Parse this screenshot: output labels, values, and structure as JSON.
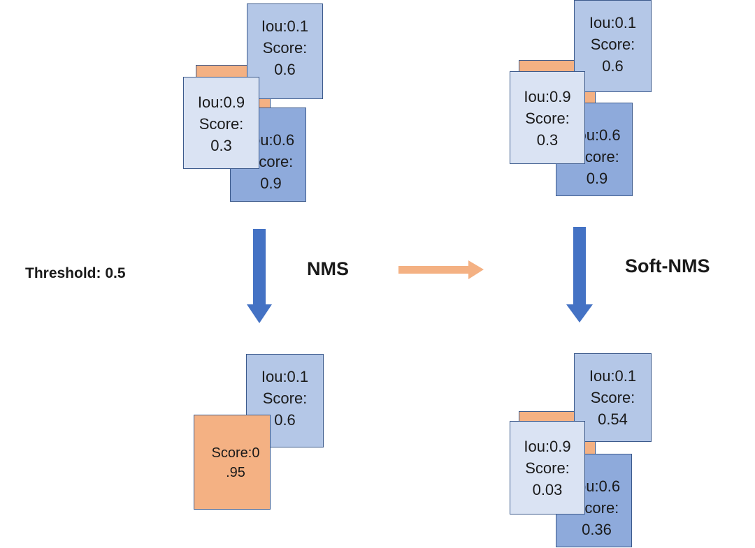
{
  "labels": {
    "threshold": "Threshold: 0.5",
    "nms": "NMS",
    "soft_nms": "Soft-NMS"
  },
  "colors": {
    "box_dark": "#8eaadb",
    "box_mid": "#b4c7e7",
    "box_light": "#dae3f3",
    "box_orange": "#f4b183",
    "arrow_down": "#4472c4",
    "arrow_right": "#f4b183"
  },
  "top_left": {
    "box_a": [
      "Iou:0.1",
      "Score:",
      "0.6"
    ],
    "box_b": [
      "Iou:0.9",
      "Score:",
      "0.3"
    ],
    "box_c": [
      "Iou:0.6",
      "Score:",
      "0.9"
    ]
  },
  "top_right": {
    "box_a": [
      "Iou:0.1",
      "Score:",
      "0.6"
    ],
    "box_b": [
      "Iou:0.9",
      "Score:",
      "0.3"
    ],
    "box_c": [
      "Iou:0.6",
      "Score:",
      "0.9"
    ]
  },
  "bottom_left": {
    "box_a": [
      "Iou:0.1",
      "Score:",
      "0.6"
    ],
    "box_orange": [
      "Score:0",
      ".95"
    ]
  },
  "bottom_right": {
    "box_a": [
      "Iou:0.1",
      "Score:",
      "0.54"
    ],
    "box_b": [
      "Iou:0.9",
      "Score:",
      "0.03"
    ],
    "box_c": [
      "Iou:0.6",
      "Score:",
      "0.36"
    ]
  }
}
